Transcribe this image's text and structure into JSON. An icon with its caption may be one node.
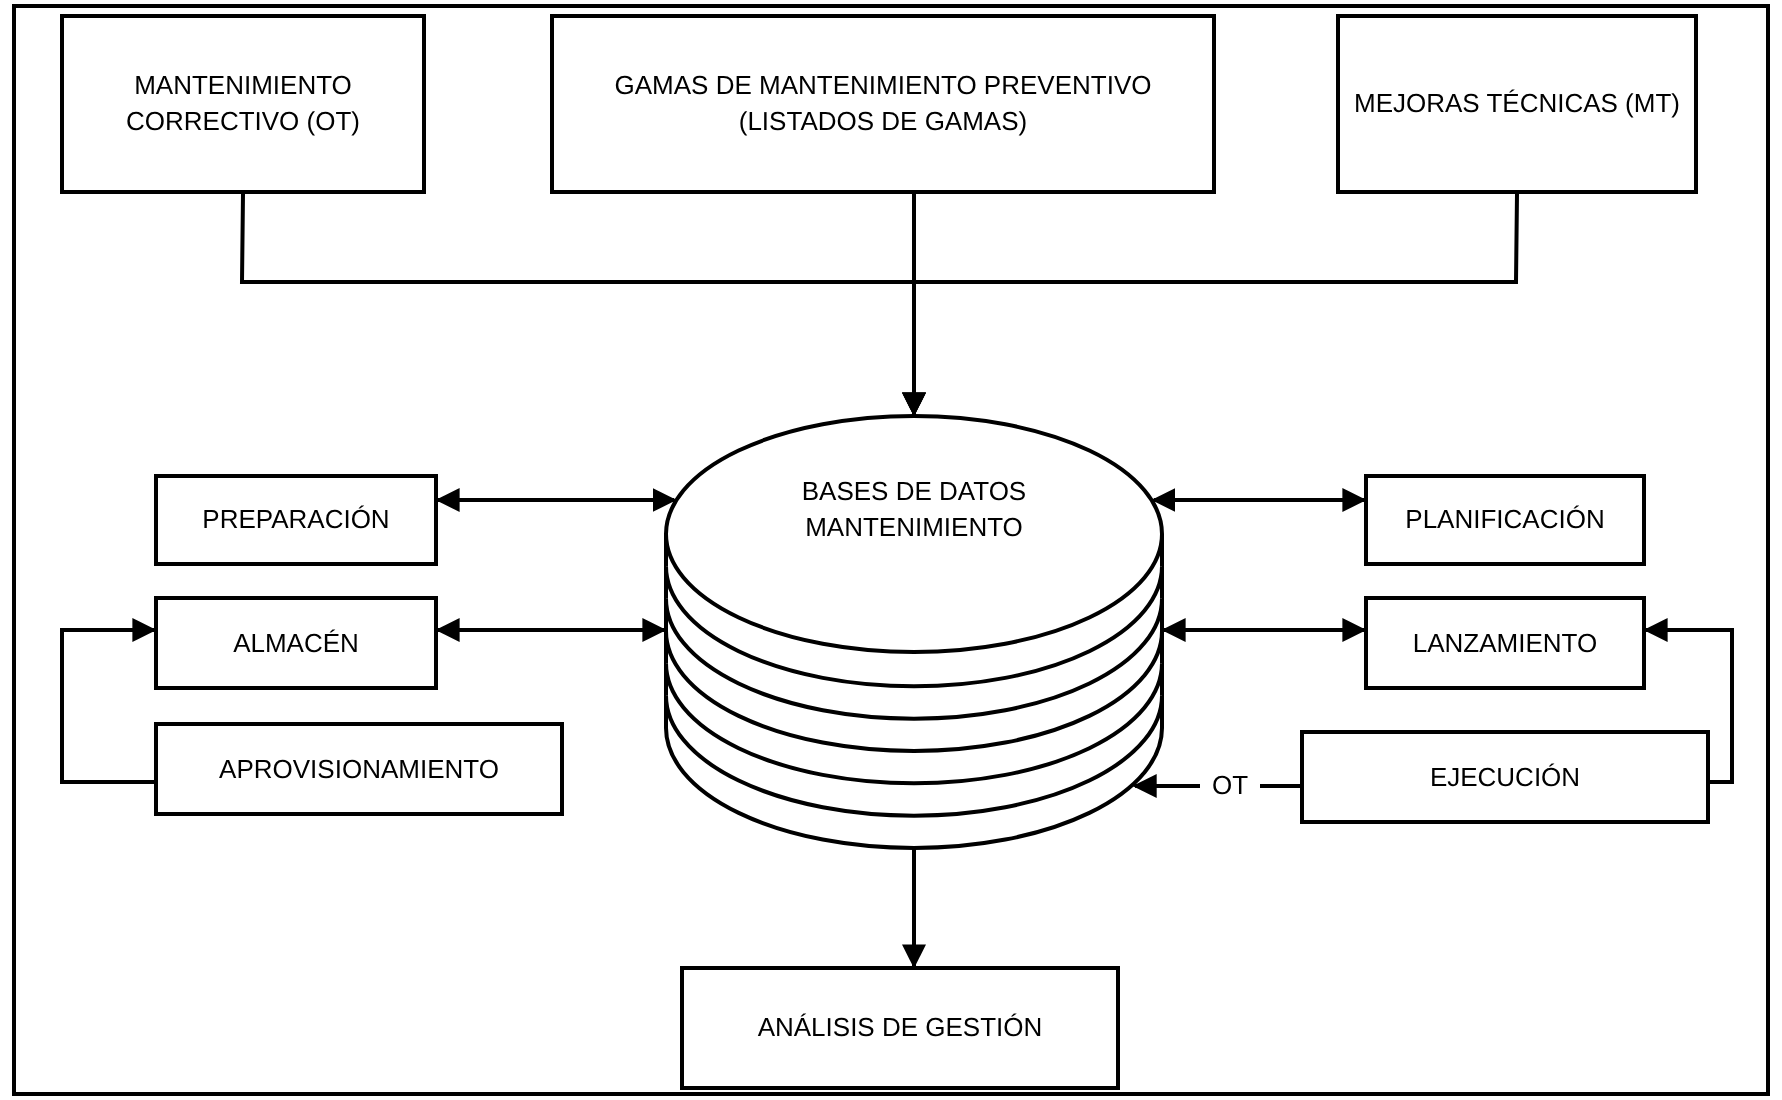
{
  "diagram": {
    "nodes": [
      {
        "text": [
          "MANTENIMIENTO CORRECTIVO (OT)"
        ]
      },
      {
        "text": [
          "GAMAS DE MANTENIMIENTO PREVENTIVO (LISTADOS DE GAMAS)"
        ]
      },
      {
        "text": [
          "MEJORAS TÉCNICAS (MT)"
        ]
      },
      {
        "text": [
          "BASES DE DATOS MANTENIMIENTO"
        ]
      },
      {
        "text": [
          "PREPARACIÓN"
        ]
      },
      {
        "text": [
          "PLANIFICACIÓN"
        ]
      },
      {
        "text": [
          "ALMACÉN"
        ]
      },
      {
        "text": [
          "LANZAMIENTO"
        ]
      },
      {
        "text": [
          "APROVISIONAMIENTO"
        ]
      },
      {
        "text": [
          "OT"
        ]
      },
      {
        "text": [
          "EJECUCIÓN"
        ]
      },
      {
        "text": [
          "ANÁLISIS DE GESTIÓN"
        ]
      }
    ],
    "edges": [
      {
        "from": 0,
        "to": 3,
        "arrow": "to"
      },
      {
        "from": 1,
        "to": 3,
        "arrow": "to"
      },
      {
        "from": 2,
        "to": 3,
        "arrow": "to"
      },
      {
        "from": 4,
        "to": 3,
        "arrow": "both"
      },
      {
        "from": 3,
        "to": 5,
        "arrow": "both"
      },
      {
        "from": 6,
        "to": 3,
        "arrow": "both"
      },
      {
        "from": 3,
        "to": 7,
        "arrow": "both"
      },
      {
        "from": 8,
        "to": 6,
        "arrow": "to"
      },
      {
        "from": 10,
        "to": 7,
        "arrow": "to"
      },
      {
        "from": 10,
        "to": 9,
        "arrow": "none"
      },
      {
        "from": 9,
        "to": 3,
        "arrow": "to"
      },
      {
        "from": 3,
        "to": 11,
        "arrow": "to"
      }
    ]
  }
}
